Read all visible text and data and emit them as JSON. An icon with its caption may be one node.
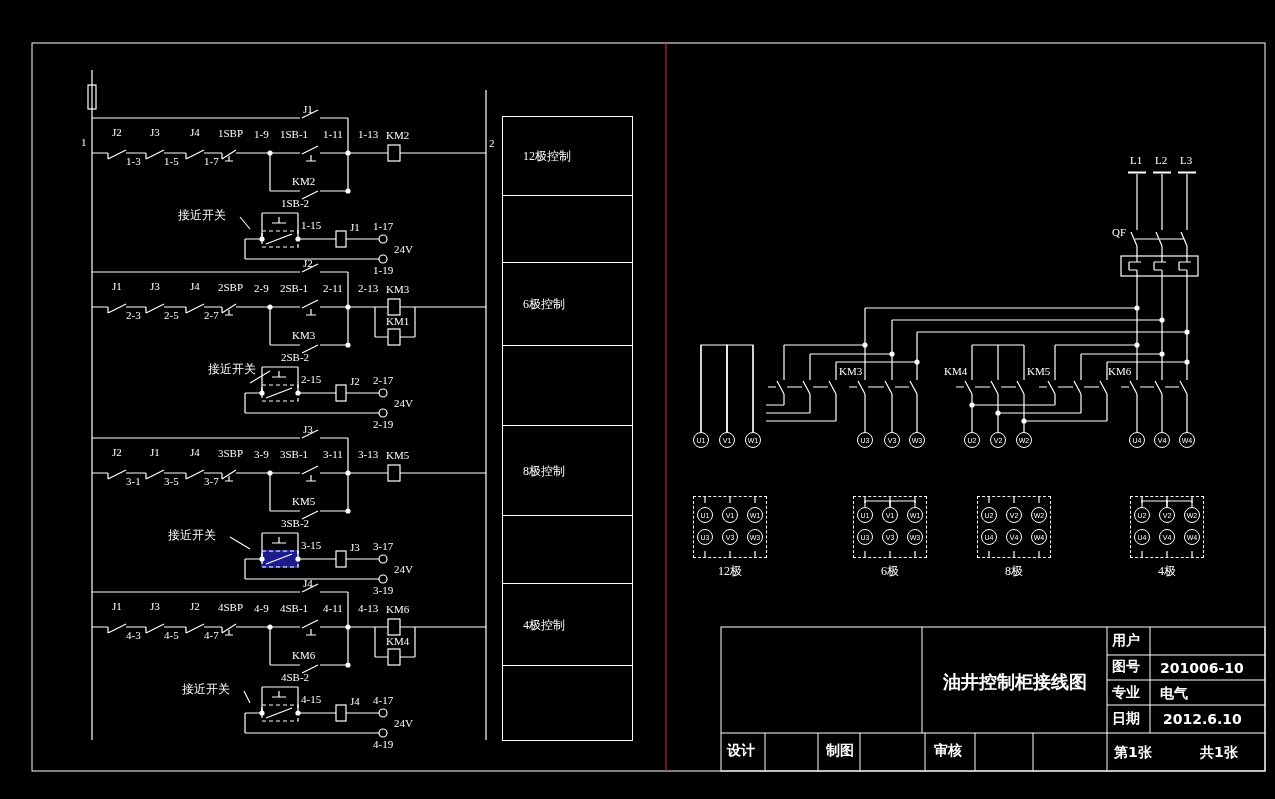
{
  "diagram": {
    "title": "油井控制柜接线图",
    "nodes": [
      {
        "text": [
          "接近开关"
        ]
      },
      {
        "text": [
          "接近开关"
        ]
      },
      {
        "text": [
          "接近开关"
        ]
      },
      {
        "text": [
          "接近开关"
        ]
      },
      {
        "text": [
          "12极控制"
        ]
      },
      {
        "text": [],
        "shape": "box"
      },
      {
        "text": [
          "6极控制"
        ]
      },
      {
        "text": [],
        "shape": "box"
      },
      {
        "text": [
          "8极控制"
        ]
      },
      {
        "text": [],
        "shape": "box"
      },
      {
        "text": [
          "4极控制"
        ]
      },
      {
        "text": [],
        "shape": "box"
      },
      {
        "text": [
          "U1"
        ]
      },
      {
        "text": [
          "V1"
        ]
      },
      {
        "text": [
          "W1"
        ]
      },
      {
        "text": [
          "U3"
        ]
      },
      {
        "text": [
          "V3"
        ]
      },
      {
        "text": [
          "W3"
        ]
      },
      {
        "text": [
          "U2"
        ]
      },
      {
        "text": [
          "V2"
        ]
      },
      {
        "text": [
          "W2"
        ]
      },
      {
        "text": [
          "U4"
        ]
      },
      {
        "text": [
          "V4"
        ]
      },
      {
        "text": [
          "W4"
        ]
      },
      {
        "text": [
          "12极"
        ]
      },
      {
        "text": [
          "U1"
        ],
        "in": 24
      },
      {
        "text": [
          "V1"
        ],
        "in": 24
      },
      {
        "text": [
          "W1"
        ],
        "in": 24
      },
      {
        "text": [
          "U3"
        ],
        "in": 24
      },
      {
        "text": [
          "V3"
        ],
        "in": 24
      },
      {
        "text": [
          "W3"
        ],
        "in": 24
      },
      {
        "text": [
          "6极"
        ]
      },
      {
        "text": [
          "U1"
        ],
        "in": 31
      },
      {
        "text": [
          "V1"
        ],
        "in": 31
      },
      {
        "text": [
          "W1"
        ],
        "in": 31
      },
      {
        "text": [
          "U3"
        ],
        "in": 31
      },
      {
        "text": [
          "V3"
        ],
        "in": 31
      },
      {
        "text": [
          "W3"
        ],
        "in": 31
      },
      {
        "text": [
          "8极"
        ]
      },
      {
        "text": [
          "U2"
        ],
        "in": 38
      },
      {
        "text": [
          "V2"
        ],
        "in": 38
      },
      {
        "text": [
          "W2"
        ],
        "in": 38
      },
      {
        "text": [
          "U4"
        ],
        "in": 38
      },
      {
        "text": [
          "V4"
        ],
        "in": 38
      },
      {
        "text": [
          "W4"
        ],
        "in": 38
      },
      {
        "text": [
          "4极"
        ]
      },
      {
        "text": [
          "U2"
        ],
        "in": 45
      },
      {
        "text": [
          "V2"
        ],
        "in": 45
      },
      {
        "text": [
          "W2"
        ],
        "in": 45
      },
      {
        "text": [
          "U4"
        ],
        "in": 45
      },
      {
        "text": [
          "V4"
        ],
        "in": 45
      },
      {
        "text": [
          "W4"
        ],
        "in": 45
      }
    ],
    "edges": [
      {
        "from": 0,
        "to": null,
        "arrow": "none"
      },
      {
        "from": 1,
        "to": null,
        "arrow": "none"
      },
      {
        "from": 2,
        "to": null,
        "arrow": "none"
      },
      {
        "from": 3,
        "to": null,
        "arrow": "none"
      },
      {
        "from": 12,
        "to": 13,
        "arrow": "none"
      },
      {
        "from": 13,
        "to": 14,
        "arrow": "none"
      },
      {
        "from": 32,
        "to": 33,
        "arrow": "none"
      },
      {
        "from": 33,
        "to": 34,
        "arrow": "none"
      },
      {
        "from": 46,
        "to": 47,
        "arrow": "none"
      },
      {
        "from": 47,
        "to": 48,
        "arrow": "none"
      }
    ],
    "labels": [
      "J1",
      "1",
      "J2",
      "J3",
      "J4",
      "1SBP",
      "1-9",
      "1SB-1",
      "1-11",
      "1-13",
      "KM2",
      "2",
      "1-3",
      "1-5",
      "1-7",
      "KM2",
      "1SB-2",
      "1-15",
      "J1",
      "1-17",
      "24V",
      "1-19",
      "J2",
      "J1",
      "J3",
      "J4",
      "2SBP",
      "2-9",
      "2SB-1",
      "2-11",
      "2-13",
      "KM3",
      "2-3",
      "2-5",
      "2-7",
      "KM1",
      "KM3",
      "2SB-2",
      "2-15",
      "J2",
      "2-17",
      "24V",
      "2-19",
      "J3",
      "J2",
      "J1",
      "J4",
      "3SBP",
      "3-9",
      "3SB-1",
      "3-11",
      "3-13",
      "KM5",
      "3-1",
      "3-5",
      "3-7",
      "KM5",
      "3SB-2",
      "3-15",
      "J3",
      "3-17",
      "24V",
      "3-19",
      "J4",
      "J1",
      "J3",
      "J2",
      "4SBP",
      "4-9",
      "4SB-1",
      "4-11",
      "4-13",
      "KM6",
      "4-3",
      "4-5",
      "4-7",
      "KM4",
      "KM6",
      "4SB-2",
      "4-15",
      "J4",
      "4-17",
      "24V",
      "4-19",
      "L1",
      "L2",
      "L3",
      "QF",
      "KM3",
      "KM4",
      "KM5",
      "KM6",
      "用户",
      "图号",
      "201006-10",
      "专业",
      "电气",
      "日期",
      "2012.6.10",
      "设计",
      "制图",
      "审核",
      "第1张",
      "共1张"
    ]
  }
}
